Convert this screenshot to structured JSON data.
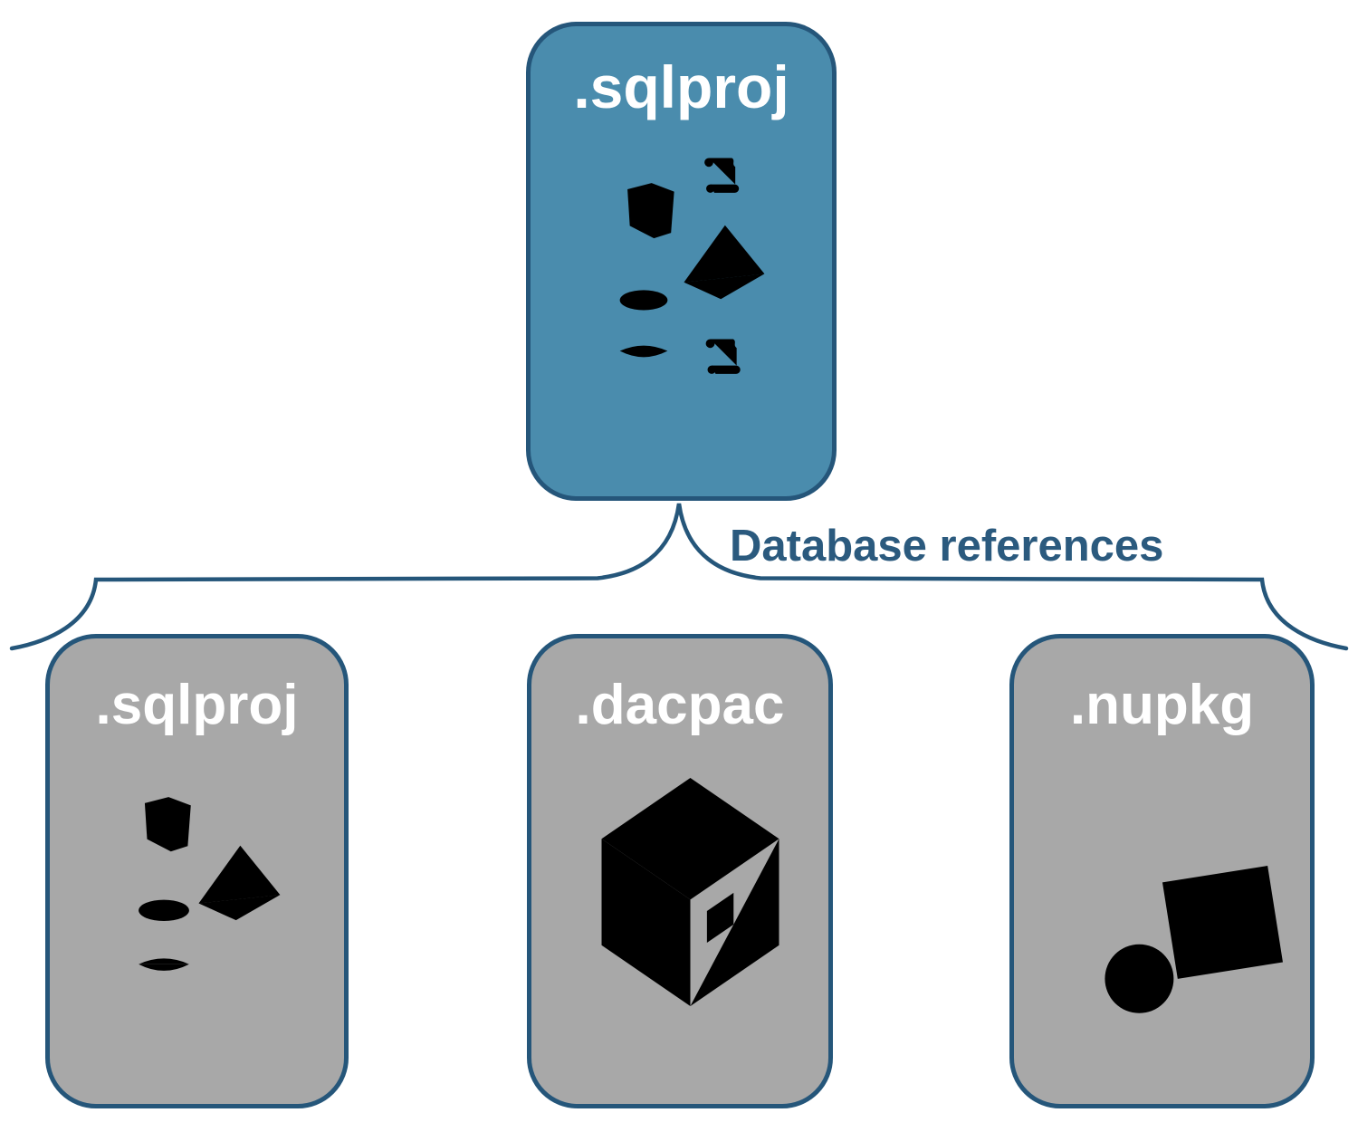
{
  "colors": {
    "accent-teal": "#4a8cad",
    "outline-blue": "#25567a",
    "label-blue": "#2b5a7e",
    "card-gray": "#a8a8a8",
    "icon-white": "#ffffff",
    "canvas-white": "#ffffff"
  },
  "diagram": {
    "root": {
      "label": ".sqlproj",
      "icons": [
        "scroll-icon",
        "cube-icon",
        "pyramid-icon",
        "cylinder-icon",
        "scroll-icon"
      ]
    },
    "connector": {
      "type": "curly-brace",
      "label": "Database references"
    },
    "children": [
      {
        "label": ".sqlproj",
        "icons": [
          "cube-icon",
          "pyramid-icon",
          "cylinder-icon"
        ]
      },
      {
        "label": ".dacpac",
        "icons": [
          "package-box-icon"
        ]
      },
      {
        "label": ".nupkg",
        "icons": [
          "hand-truck-package-icon"
        ]
      }
    ],
    "icon_glossary": {
      "cube-icon": "3d wireframe cube",
      "pyramid-icon": "3d wireframe pyramid",
      "cylinder-icon": "database cylinder",
      "scroll-icon": "script scroll with text lines",
      "package-box-icon": "sealed cardboard package box",
      "hand-truck-package-icon": "hand truck carrying nuget package"
    }
  }
}
